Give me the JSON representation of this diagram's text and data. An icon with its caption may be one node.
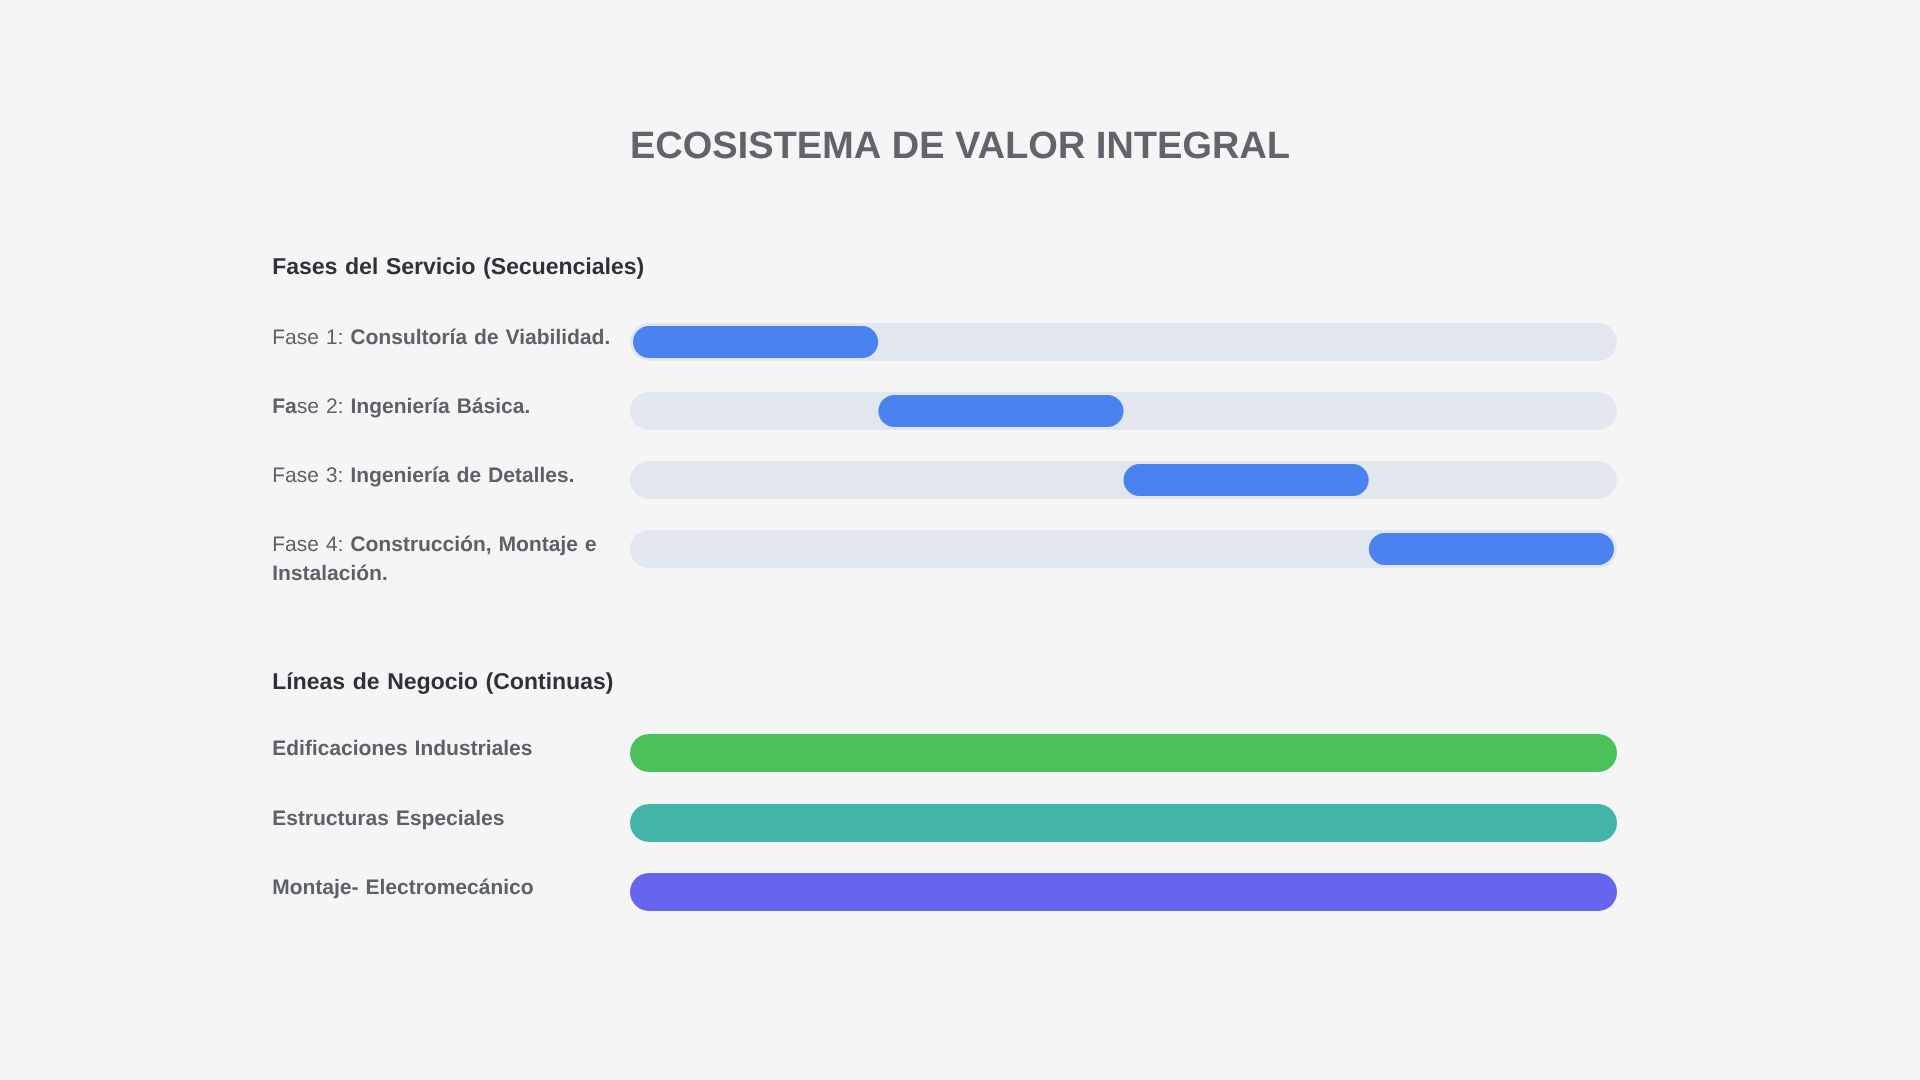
{
  "diagram": {
    "title": "ECOSISTEMA DE VALOR INTEGRAL",
    "nodes": [
      {
        "text": [],
        "shape": "bar"
      },
      {
        "text": [],
        "shape": "bar",
        "in": 0
      },
      {
        "text": [],
        "shape": "bar"
      },
      {
        "text": [],
        "shape": "bar",
        "in": 2
      },
      {
        "text": [],
        "shape": "bar"
      },
      {
        "text": [],
        "shape": "bar",
        "in": 4
      },
      {
        "text": [],
        "shape": "bar"
      },
      {
        "text": [],
        "shape": "bar",
        "in": 6
      },
      {
        "text": [],
        "shape": "bar"
      },
      {
        "text": [],
        "shape": "bar"
      },
      {
        "text": [],
        "shape": "bar"
      }
    ],
    "labels": [
      "Fases del Servicio (Secuenciales)",
      "Fase 1: **Consultoría de Viabilidad.**",
      "**Fa**se 2: **Ingeniería Básica.**",
      "Fase 3: **Ingeniería de Detalles.**",
      "Fase 4: **Construcción, Montaje e Instalación.**",
      "Líneas de Negocio (Continuas)",
      "Edificaciones Industriales",
      "Estructuras Especiales",
      "Montaje- Electromecánico"
    ]
  }
}
